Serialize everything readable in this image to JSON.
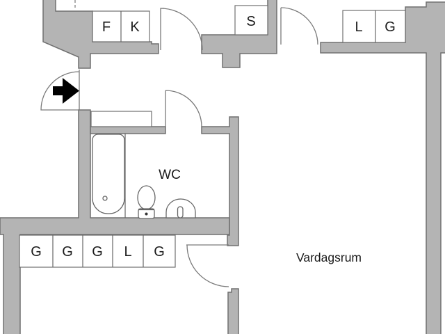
{
  "floorplan": {
    "rooms": {
      "wc": "WC",
      "living_room": "Vardagsrum"
    },
    "closets": {
      "kitchen": [
        "F",
        "K"
      ],
      "top_middle": [
        "S"
      ],
      "top_right": [
        "L",
        "G"
      ],
      "bottom_row": [
        "G",
        "G",
        "G",
        "L",
        "G"
      ]
    },
    "colors": {
      "wall_fill": "#b4b4b4",
      "wall_outline": "#707070",
      "fixture_line": "#666666",
      "text": "#1a1a1a",
      "background": "#ffffff",
      "arrow": "#000000"
    }
  }
}
